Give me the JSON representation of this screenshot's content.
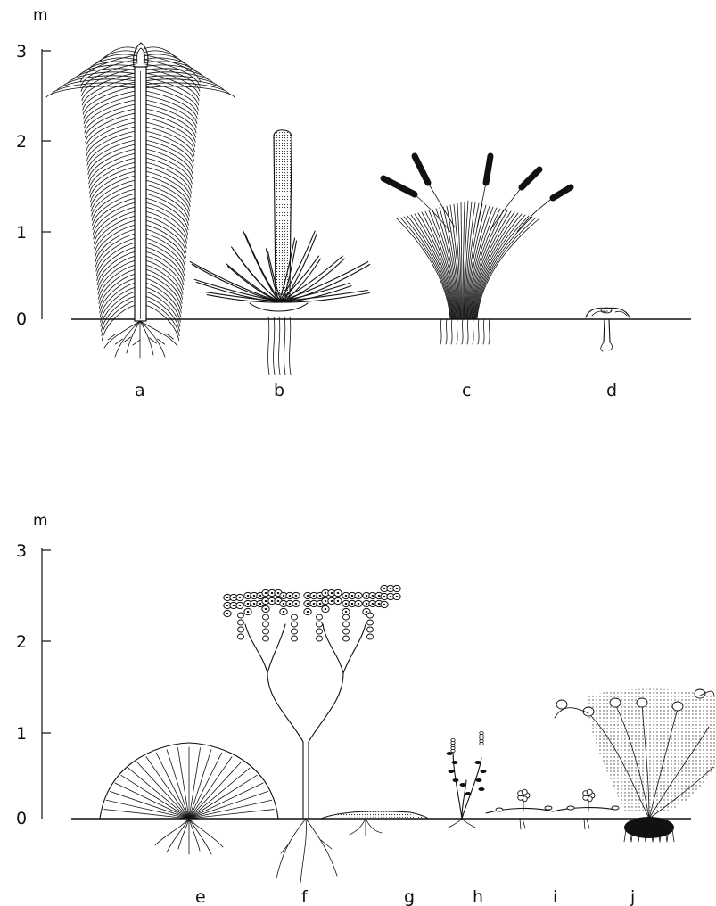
{
  "figure": {
    "top_panel": {
      "unit": "m",
      "ticks": [
        "3",
        "2",
        "1",
        "0"
      ],
      "labels": [
        "a",
        "b",
        "c",
        "d"
      ]
    },
    "bottom_panel": {
      "unit": "m",
      "ticks": [
        "3",
        "2",
        "1",
        "0"
      ],
      "labels": [
        "e",
        "f",
        "g",
        "h",
        "i",
        "j"
      ]
    }
  }
}
